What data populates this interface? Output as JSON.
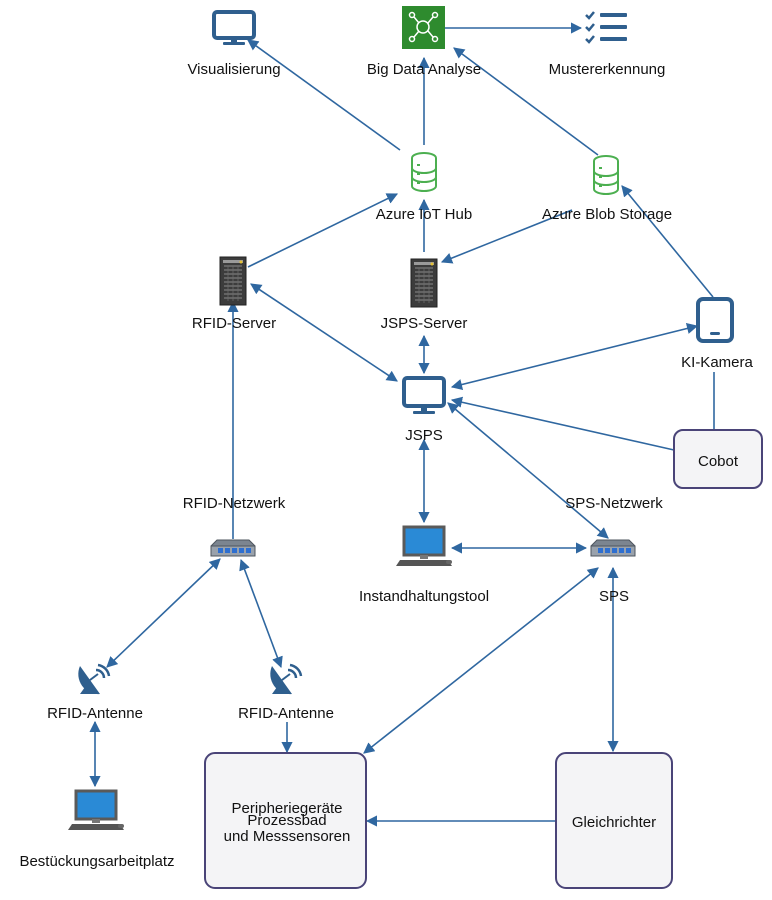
{
  "nodes": {
    "visualisierung": "Visualisierung",
    "big_data": "Big Data Analyse",
    "mustererkennung": "Mustererkennung",
    "iot_hub": "Azure IoT Hub",
    "blob_storage": "Azure Blob Storage",
    "rfid_server": "RFID-Server",
    "jsps_server": "JSPS-Server",
    "ki_kamera": "KI-Kamera",
    "jsps": "JSPS",
    "cobot": "Cobot",
    "rfid_netzwerk": "RFID-Netzwerk",
    "sps_netzwerk": "SPS-Netzwerk",
    "instandhaltung": "Instandhaltungstool",
    "sps": "SPS",
    "rfid_antenne_1": "RFID-Antenne",
    "rfid_antenne_2": "RFID-Antenne",
    "bestueckung": "Bestückungsarbeitplatz",
    "peripherie_1": "Peripheriegeräte",
    "peripherie_2": "Prozessbad",
    "peripherie_3": "und Messsensoren",
    "gleichrichter": "Gleichrichter"
  },
  "colors": {
    "edge": "#2f67a0",
    "icon_blue": "#2f5f8e",
    "icon_green": "#4caf50",
    "azure_green": "#2e8b2e",
    "box_border": "#4a4478"
  },
  "icons": [
    "monitor-icon",
    "network-graph-icon",
    "checklist-icon",
    "database-icon",
    "server-rack-icon",
    "tablet-icon",
    "switch-icon",
    "desktop-pc-icon",
    "satellite-dish-icon"
  ]
}
